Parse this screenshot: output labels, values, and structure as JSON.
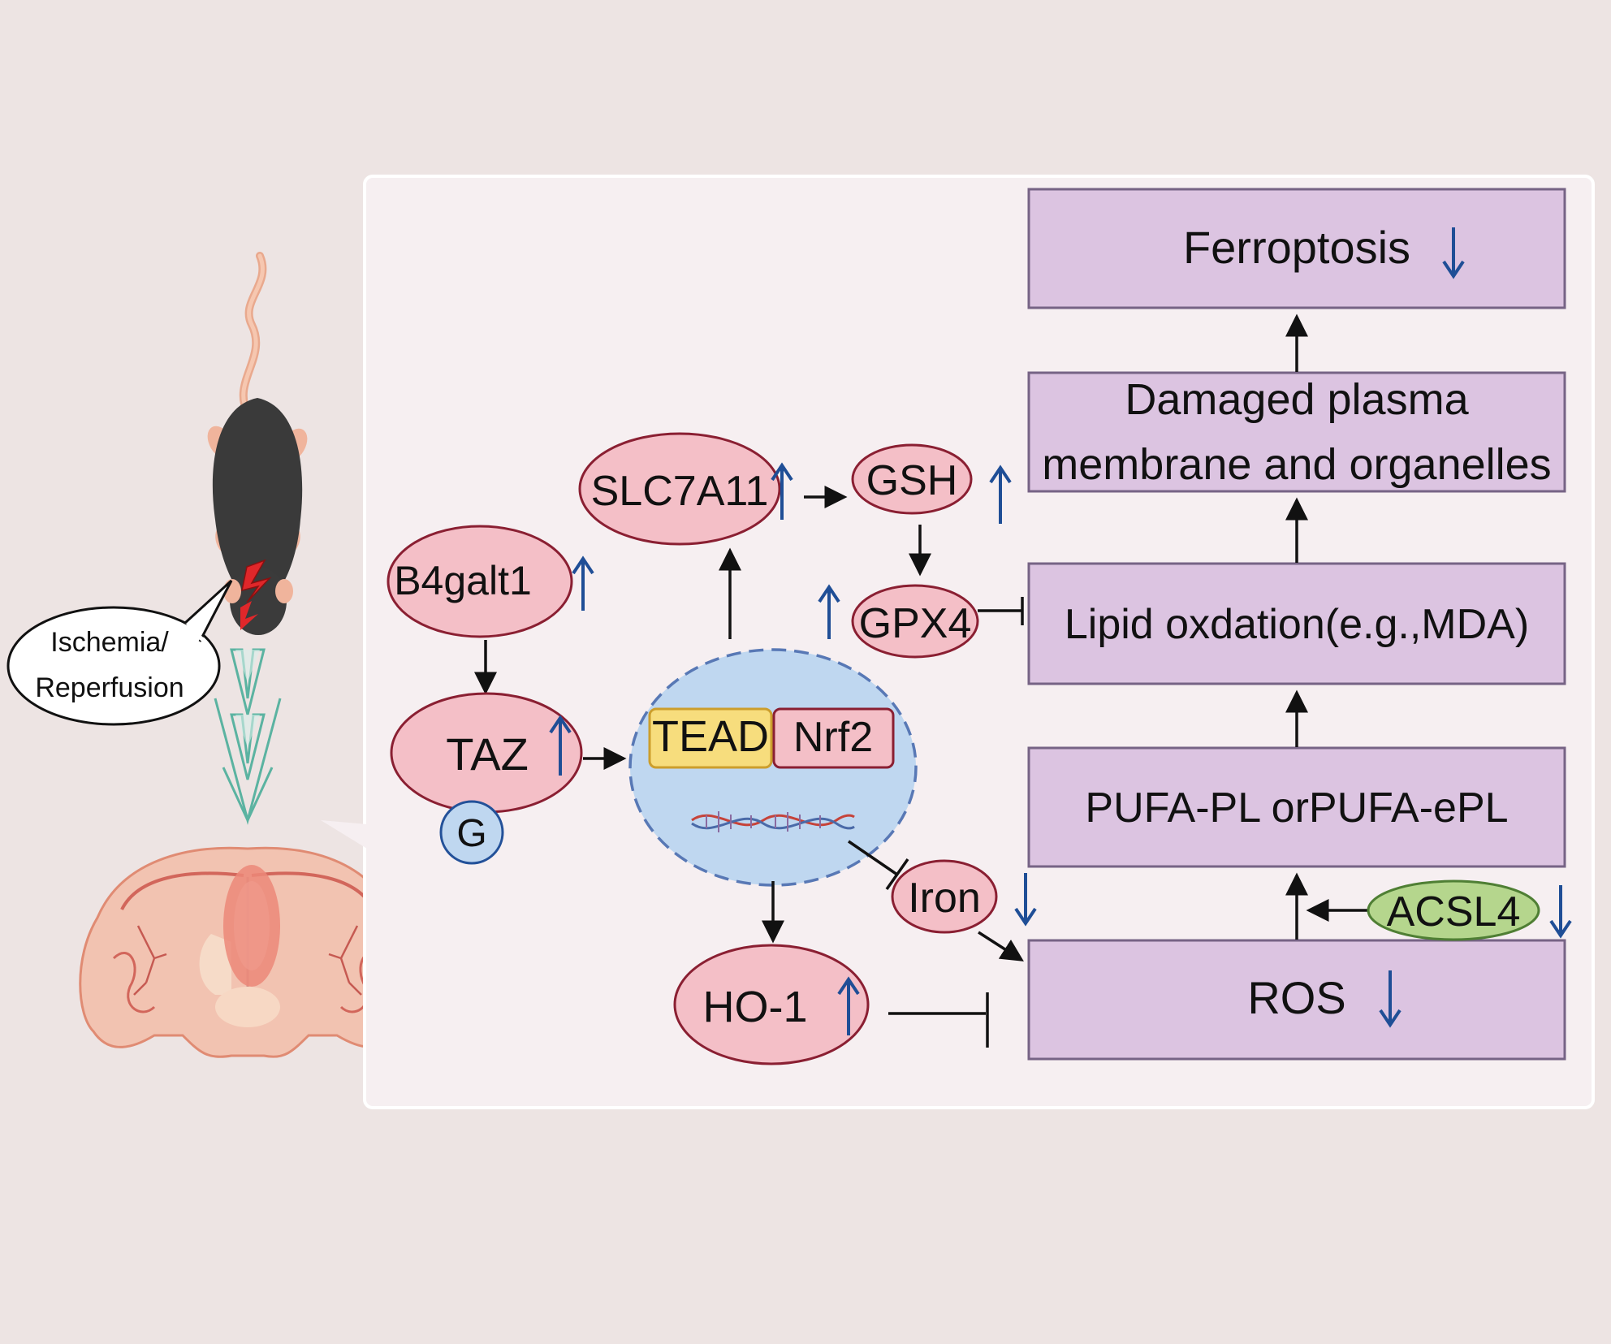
{
  "colors": {
    "background": "#ede4e3",
    "panel": "#f6eff1",
    "panel_border": "#ffffff",
    "box_fill": "#dcc4e1",
    "box_stroke": "#766385",
    "node_fill": "#f4bfc7",
    "node_stroke": "#8a1f32",
    "nucleus_fill": "#bfd7f0",
    "nucleus_stroke": "#5878b5",
    "tead_fill": "#f7dd7d",
    "tead_stroke": "#cc9e2c",
    "acsl4_fill": "#b5d68d",
    "acsl4_stroke": "#4f7f34",
    "up_arrow": "#1f4e96",
    "down_arrow": "#1f4e96",
    "flow_arrow": "#111111",
    "big_arrow": "#5bb3a1"
  },
  "left": {
    "speech_line1": "Ischemia/",
    "speech_line2": "Reperfusion",
    "mouse_icon": "mouse-icon",
    "brain_icon": "brain-section-icon"
  },
  "boxes": {
    "ferroptosis": "Ferroptosis",
    "damaged_line1": "Damaged plasma",
    "damaged_line2": "membrane and organelles",
    "lipid": "Lipid oxdation(e.g.,MDA)",
    "pufa": "PUFA-PL orPUFA-ePL",
    "ros": "ROS"
  },
  "nodes": {
    "b4galt1": "B4galt1",
    "taz": "TAZ",
    "g": "G",
    "slc7a11": "SLC7A11",
    "gsh": "GSH",
    "gpx4": "GPX4",
    "tead": "TEAD",
    "nrf2": "Nrf2",
    "iron": "Iron",
    "ho1": "HO-1",
    "acsl4": "ACSL4"
  },
  "regulation": {
    "ferroptosis": "down",
    "b4galt1": "up",
    "taz": "up",
    "slc7a11": "up",
    "gsh": "up",
    "gpx4": "up",
    "iron": "down",
    "ho1": "up",
    "acsl4": "down",
    "ros": "down"
  }
}
